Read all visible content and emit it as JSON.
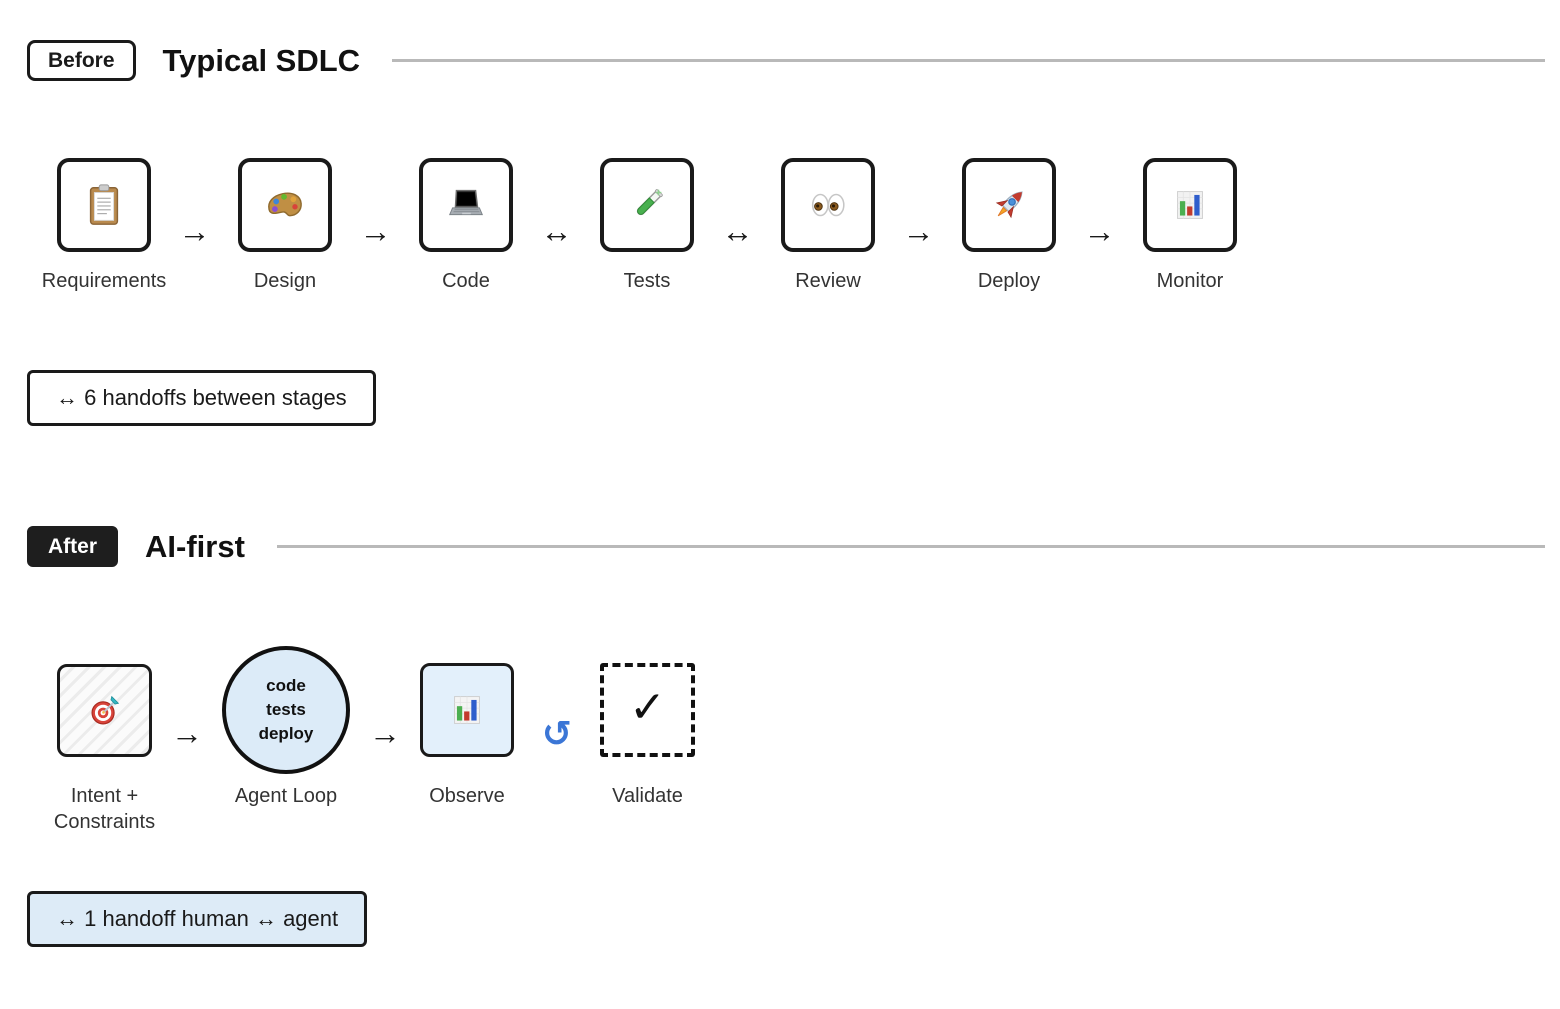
{
  "before_section": {
    "badge": "Before",
    "title": "Typical SDLC",
    "stages": [
      {
        "label": "Requirements",
        "icon": "clipboard-icon"
      },
      {
        "label": "Design",
        "icon": "palette-icon"
      },
      {
        "label": "Code",
        "icon": "laptop-icon"
      },
      {
        "label": "Tests",
        "icon": "test-tube-icon"
      },
      {
        "label": "Review",
        "icon": "eyes-icon"
      },
      {
        "label": "Deploy",
        "icon": "rocket-icon"
      },
      {
        "label": "Monitor",
        "icon": "bar-chart-icon"
      }
    ],
    "connectors": [
      "→",
      "→",
      "↔",
      "↔",
      "→",
      "→"
    ],
    "callout": "↔ 6 handoffs between stages"
  },
  "after_section": {
    "badge": "After",
    "title": "AI-first",
    "intent": {
      "label_line1": "Intent +",
      "label_line2": "Constraints",
      "icon": "target-icon"
    },
    "arrow1": "→",
    "agent_loop": {
      "label": "Agent Loop",
      "steps": [
        "code",
        "tests",
        "deploy"
      ]
    },
    "arrow2": "→",
    "observe": {
      "label": "Observe",
      "icon": "bar-chart-icon"
    },
    "retry": {
      "icon": "retry-loop-icon",
      "glyph": "↺"
    },
    "validate": {
      "label": "Validate",
      "icon": "check-icon",
      "glyph": "✓"
    },
    "callout": "↔ 1 handoff human ↔ agent"
  },
  "colors": {
    "border_black": "#1a1a1a",
    "rule_gray": "#b9b9b9",
    "label_gray": "#333333",
    "agent_circle_blue": "#dcebf8",
    "observe_blue": "#e3f0fb",
    "callout_blue": "#ddebf7",
    "loop_accent_blue": "#3b76d6"
  }
}
